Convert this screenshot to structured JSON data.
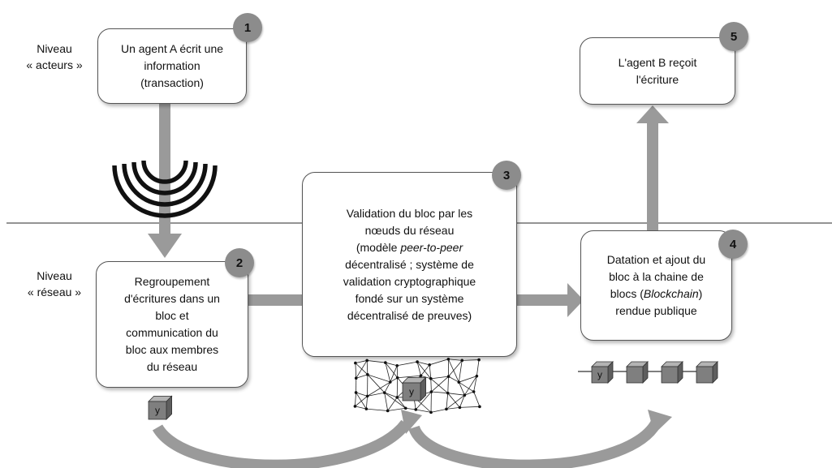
{
  "levels": {
    "actors_line1": "Niveau",
    "actors_line2": "« acteurs »",
    "network_line1": "Niveau",
    "network_line2": "« réseau »"
  },
  "steps": [
    {
      "number": "1",
      "lines": [
        "Un agent A écrit une",
        "information",
        "(transaction)"
      ]
    },
    {
      "number": "2",
      "lines": [
        "Regroupement",
        "d'écritures dans un",
        "bloc et",
        "communication du",
        "bloc aux membres",
        "du réseau"
      ]
    },
    {
      "number": "3",
      "lines": [
        "Validation du bloc par les",
        "nœuds du réseau",
        "(modèle ",
        "peer-to-peer",
        "décentralisé ; système de",
        "validation cryptographique",
        "fondé sur un système",
        "décentralisé de preuves)"
      ]
    },
    {
      "number": "4",
      "lines": [
        "Datation et ajout du",
        "bloc à la chaine de",
        "blocs (",
        "Blockchain",
        ")",
        "rendue publique"
      ]
    },
    {
      "number": "5",
      "lines": [
        "L'agent B reçoit",
        "l'écriture"
      ]
    }
  ],
  "cube_letter": "y",
  "colors": {
    "arrow": "#9a9a9a",
    "badge": "#8c8c8c",
    "cube_front": "#7f7f7f",
    "cube_top": "#b3b3b3",
    "cube_side": "#5e5e5e",
    "divider": "#555555"
  }
}
